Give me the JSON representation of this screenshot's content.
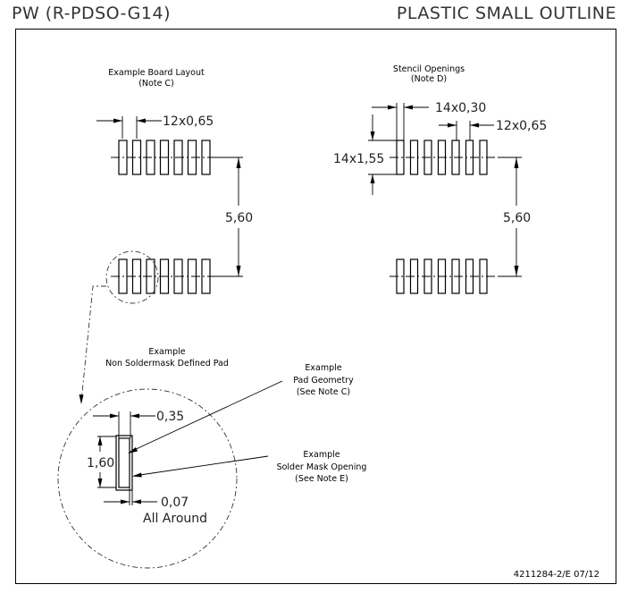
{
  "header": {
    "package_code": "PW (R-PDSO-G14)",
    "package_type": "PLASTIC SMALL OUTLINE"
  },
  "board_layout": {
    "title": "Example Board Layout",
    "note": "(Note C)",
    "pitch_label": "12x0,65",
    "row_spacing_label": "5,60",
    "pads_per_row": 7
  },
  "stencil": {
    "title": "Stencil Openings",
    "note": "(Note D)",
    "width_label": "14x0,30",
    "pitch_label": "12x0,65",
    "length_label": "14x1,55",
    "row_spacing_label": "5,60",
    "pads_per_row": 7
  },
  "detail": {
    "title": "Example",
    "subtitle": "Non Soldermask Defined Pad",
    "pad_width_label": "0,35",
    "pad_length_label": "1,60",
    "clearance_label": "0,07",
    "clearance_note": "All Around",
    "callout_pad": {
      "line1": "Example",
      "line2": "Pad Geometry",
      "line3": "(See Note C)"
    },
    "callout_mask": {
      "line1": "Example",
      "line2": "Solder Mask Opening",
      "line3": "(See Note E)"
    }
  },
  "footer": {
    "drawing_id": "4211284-2/E  07/12"
  }
}
